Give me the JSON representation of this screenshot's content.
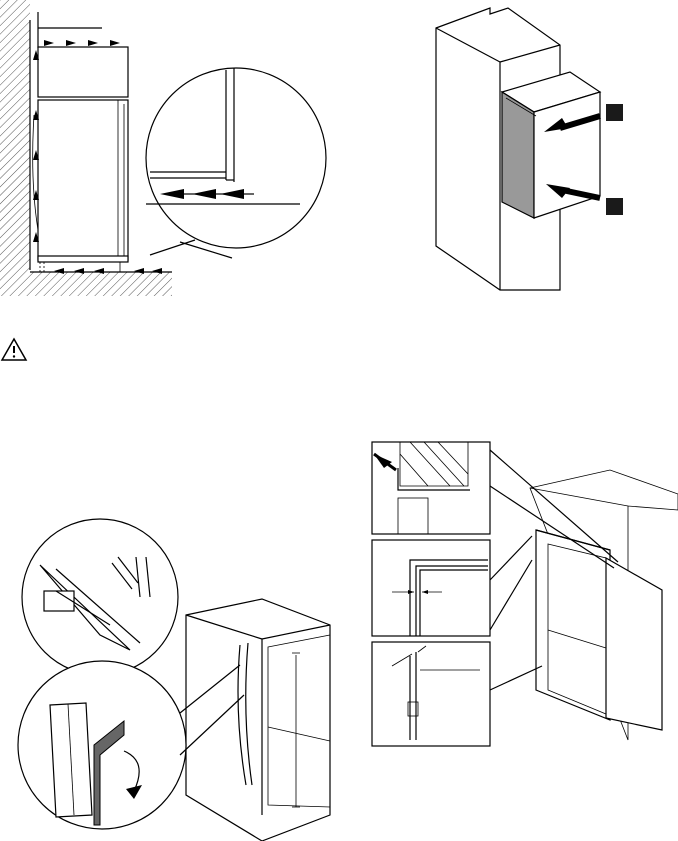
{
  "page": {
    "background": "#ffffff",
    "ink": "#000000",
    "hatch": "#555555"
  },
  "figures": [
    {
      "id": "ventilation",
      "icon": "ventilation-airflow-diagram"
    },
    {
      "id": "cabinet-insert",
      "icon": "appliance-insertion-diagram",
      "markers": [
        "",
        ""
      ]
    },
    {
      "id": "seal-trim",
      "icon": "seal-strip-cutting-diagram"
    },
    {
      "id": "door-alignment",
      "icon": "door-gap-alignment-diagram"
    }
  ],
  "warning": {
    "icon": "warning-triangle-icon",
    "text": ""
  }
}
